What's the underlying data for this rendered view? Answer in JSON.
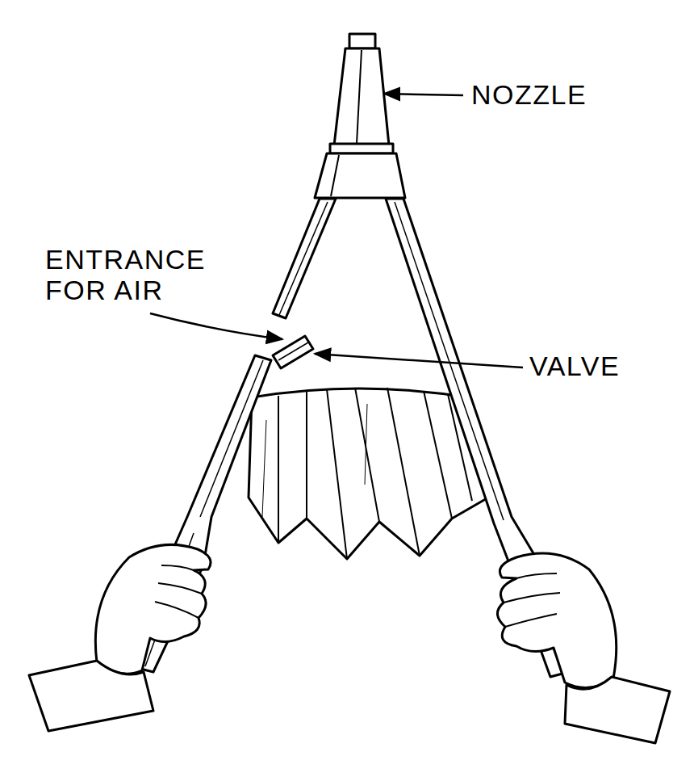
{
  "diagram": {
    "labels": [
      "NOZZLE",
      "ENTRANCE FOR AIR",
      "VALVE"
    ]
  }
}
